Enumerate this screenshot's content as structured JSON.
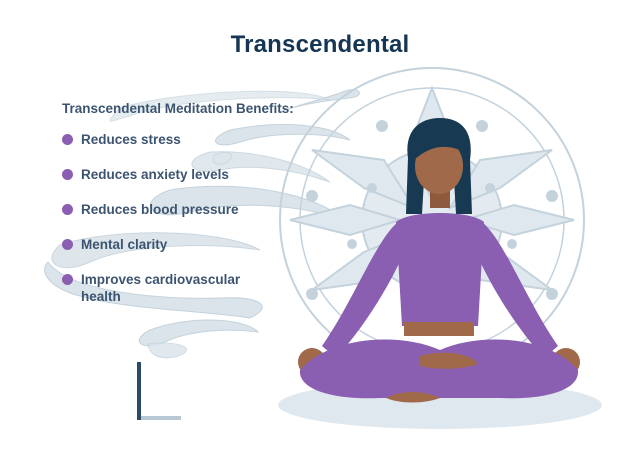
{
  "header": {
    "title": "Transcendental"
  },
  "benefits": {
    "heading": "Transcendental Meditation Benefits:",
    "items": [
      "Reduces stress",
      "Reduces anxiety levels",
      "Reduces blood pressure",
      "Mental clarity",
      "Improves cardiovascular health"
    ],
    "bullet_color": "#8a5fb2"
  },
  "illustration": {
    "subject": "woman-meditating-lotus-pose",
    "clothing_color": "#8a5fb2",
    "skin_color": "#a0694a",
    "hair_color": "#173a52",
    "mandala_color": "#c4d2dc",
    "smoke_color": "#c9d6df",
    "incense_color": "#2a4a66"
  }
}
